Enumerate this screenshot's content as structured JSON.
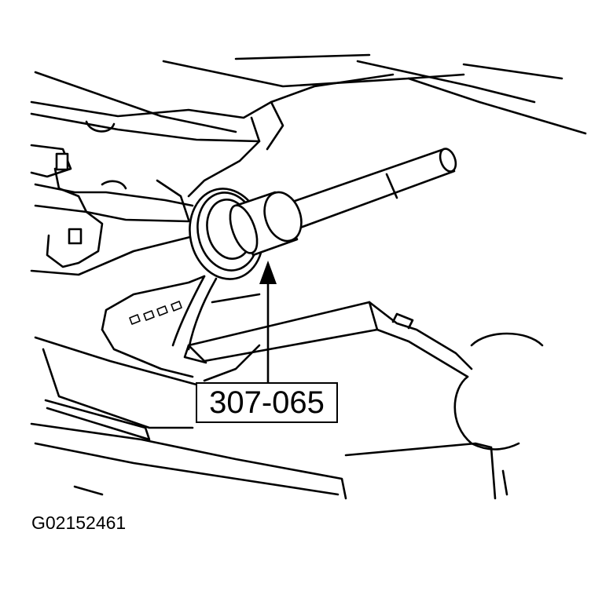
{
  "diagram": {
    "callout_label": "307-065",
    "figure_id": "G02152461",
    "subject": "special-tool-installing-seal-on-shaft"
  },
  "colors": {
    "line": "#000000",
    "background": "#ffffff"
  }
}
